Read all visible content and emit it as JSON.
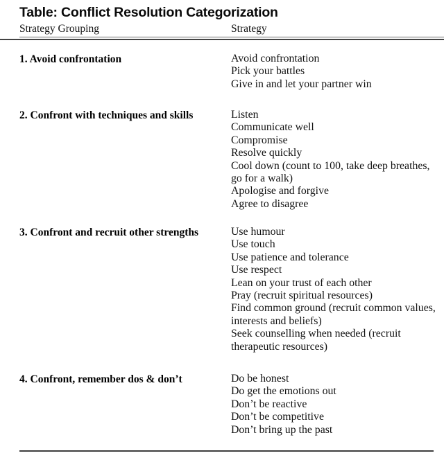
{
  "document": {
    "title": "Table: Conflict Resolution Categorization"
  },
  "table": {
    "headers": {
      "grouping": "Strategy Grouping",
      "strategy": "Strategy"
    },
    "rows": [
      {
        "grouping": "1. Avoid confrontation",
        "strategies": [
          "Avoid confrontation",
          "Pick your battles",
          "Give in and let your partner win"
        ]
      },
      {
        "grouping": "2. Confront with techniques and skills",
        "strategies": [
          "Listen",
          "Communicate well",
          "Compromise",
          "Resolve quickly",
          "Cool down (count to 100, take deep breathes, go for a walk)",
          "Apologise and forgive",
          "Agree to disagree"
        ]
      },
      {
        "grouping": "3. Confront and recruit other strengths",
        "strategies": [
          "Use humour",
          "Use touch",
          "Use patience and tolerance",
          "Use respect",
          "Lean on your trust of each other",
          "Pray (recruit spiritual resources)",
          "Find common ground (recruit common values, interests and beliefs)",
          "Seek counselling when needed (recruit therapeutic resources)"
        ]
      },
      {
        "grouping": "4. Confront, remember dos & don’t",
        "strategies": [
          "Do be honest",
          "Do get the emotions out",
          "Don’t be reactive",
          "Don’t be competitive",
          "Don’t bring up the past"
        ]
      }
    ]
  },
  "colors": {
    "text": "#000000",
    "rule": "#434343",
    "background": "#ffffff"
  }
}
